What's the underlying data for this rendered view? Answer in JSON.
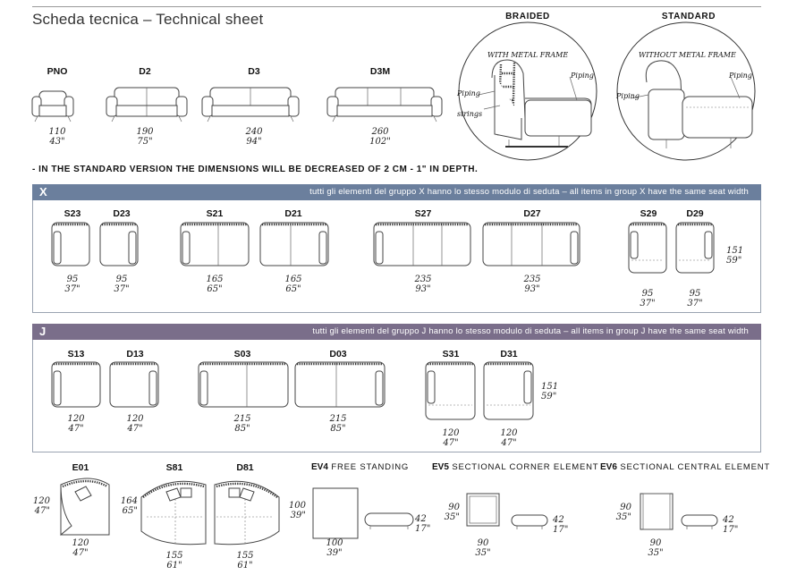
{
  "header": {
    "title": "Scheda tecnica  –  Technical sheet"
  },
  "top_models": [
    {
      "code": "PNO",
      "cm": "110",
      "in": "43\""
    },
    {
      "code": "D2",
      "cm": "190",
      "in": "75\""
    },
    {
      "code": "D3",
      "cm": "240",
      "in": "94\""
    },
    {
      "code": "D3M",
      "cm": "260",
      "in": "102\""
    }
  ],
  "versions": {
    "braided": {
      "title": "BRAIDED",
      "frame": "WITH METAL FRAME",
      "piping_a": "Piping",
      "piping_b": "Piping",
      "strings": "strings"
    },
    "standard": {
      "title": "STANDARD",
      "frame": "WITHOUT METAL FRAME",
      "piping_a": "Piping",
      "piping_b": "Piping"
    }
  },
  "note": "- IN THE STANDARD VERSION THE DIMENSIONS WILL BE DECREASED OF 2 CM - 1\" IN DEPTH.",
  "group_x": {
    "letter": "X",
    "text": "tutti gli elementi del gruppo X hanno lo stesso modulo di seduta  –  all items in group X have the same seat width",
    "items": [
      {
        "code": "S23",
        "cm": "95",
        "in": "37\""
      },
      {
        "code": "D23",
        "cm": "95",
        "in": "37\""
      },
      {
        "code": "S21",
        "cm": "165",
        "in": "65\""
      },
      {
        "code": "D21",
        "cm": "165",
        "in": "65\""
      },
      {
        "code": "S27",
        "cm": "235",
        "in": "93\""
      },
      {
        "code": "D27",
        "cm": "235",
        "in": "93\""
      },
      {
        "code": "S29",
        "cm": "95",
        "in": "37\""
      },
      {
        "code": "D29",
        "cm": "95",
        "in": "37\""
      }
    ],
    "depth": {
      "cm": "151",
      "in": "59\""
    }
  },
  "group_j": {
    "letter": "J",
    "text": "tutti gli elementi del gruppo J hanno lo stesso modulo di seduta  –  all items in group J have the same seat width",
    "items": [
      {
        "code": "S13",
        "cm": "120",
        "in": "47\""
      },
      {
        "code": "D13",
        "cm": "120",
        "in": "47\""
      },
      {
        "code": "S03",
        "cm": "215",
        "in": "85\""
      },
      {
        "code": "D03",
        "cm": "215",
        "in": "85\""
      },
      {
        "code": "S31",
        "cm": "120",
        "in": "47\""
      },
      {
        "code": "D31",
        "cm": "120",
        "in": "47\""
      }
    ],
    "depth": {
      "cm": "151",
      "in": "59\""
    }
  },
  "bottom": {
    "e01": {
      "code": "E01",
      "side_cm": "120",
      "side_in": "47\"",
      "bottom_cm": "120",
      "bottom_in": "47\""
    },
    "s81": {
      "code": "S81",
      "side_cm": "164",
      "side_in": "65\"",
      "bottom_cm": "155",
      "bottom_in": "61\""
    },
    "d81": {
      "code": "D81",
      "bottom_cm": "155",
      "bottom_in": "61\""
    },
    "ev4": {
      "code": "EV4",
      "label": "FREE STANDING",
      "side_cm": "100",
      "side_in": "39\"",
      "bottom_cm": "100",
      "bottom_in": "39\"",
      "h_cm": "42",
      "h_in": "17\""
    },
    "ev5": {
      "code": "EV5",
      "label": "SECTIONAL CORNER ELEMENT",
      "side_cm": "90",
      "side_in": "35\"",
      "bottom_cm": "90",
      "bottom_in": "35\"",
      "h_cm": "42",
      "h_in": "17\""
    },
    "ev6": {
      "code": "EV6",
      "label": "SECTIONAL CENTRAL ELEMENT",
      "side_cm": "90",
      "side_in": "35\"",
      "bottom_cm": "90",
      "bottom_in": "35\"",
      "h_cm": "42",
      "h_in": "17\""
    }
  }
}
